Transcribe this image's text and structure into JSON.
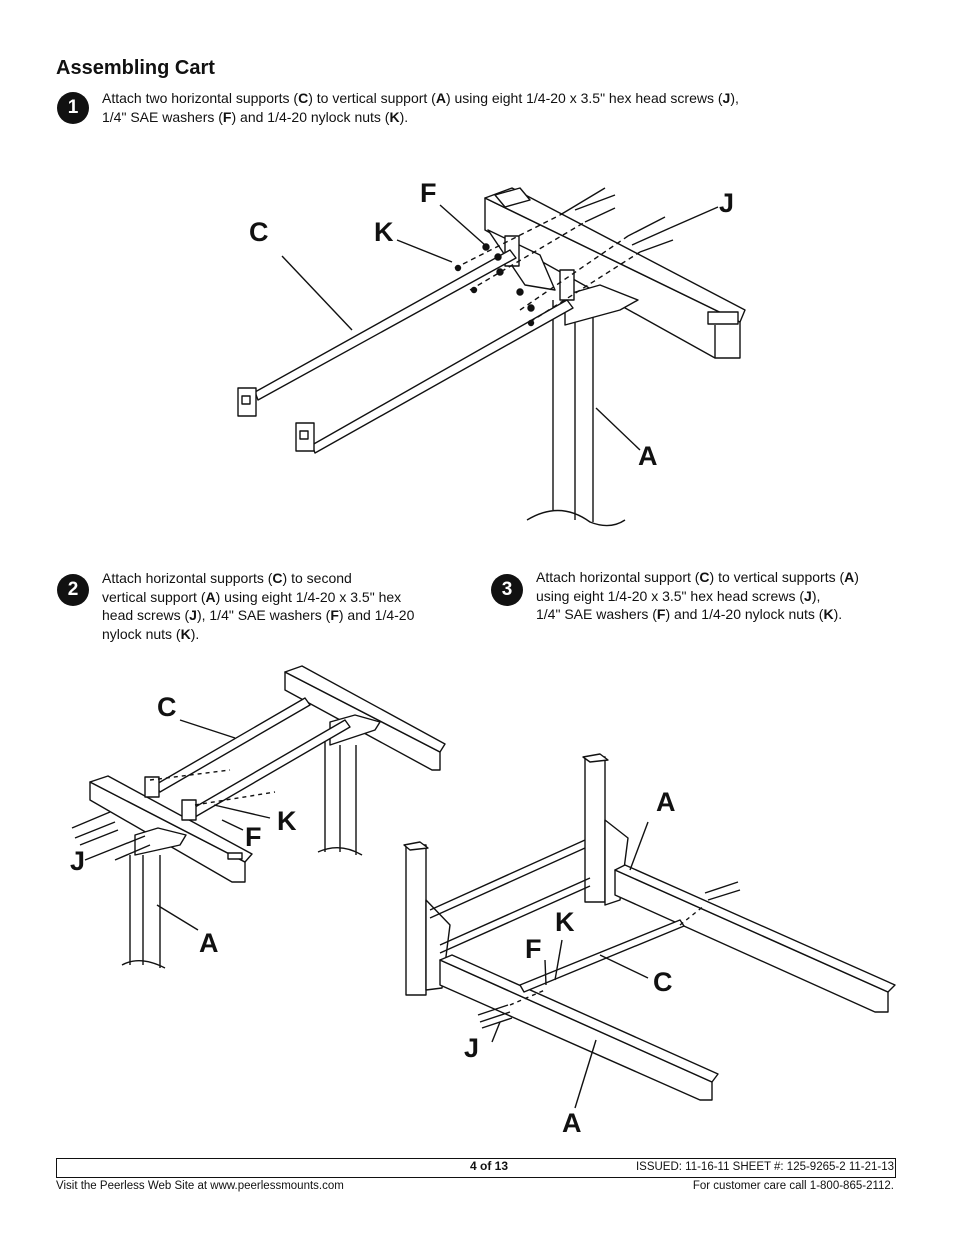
{
  "title": "Assembling Cart",
  "steps": [
    {
      "num": "1",
      "line1": "Attach two horizontal supports (",
      "b1": "C",
      "line1b": ") to vertical support (",
      "b2": "A",
      "line1c": ") using eight 1/4-20 x 3.5\" hex head screws (",
      "b3": "J",
      "line1d": "),",
      "line2": "1/4\" SAE washers (",
      "b4": "F",
      "line2b": ") and 1/4-20 nylock nuts (",
      "b5": "K",
      "line2c": ")."
    },
    {
      "num": "2",
      "t1": "Attach horizontal supports (",
      "b1": "C",
      "t2": ") to second",
      "t3": "vertical support (",
      "b2": "A",
      "t4": ") using eight 1/4-20 x 3.5\" hex",
      "t5": "head screws (",
      "b3": "J",
      "t6": "), 1/4\" SAE washers (",
      "b4": "F",
      "t7": ") and 1/4-20",
      "t8": "nylock nuts (",
      "b5": "K",
      "t9": ")."
    },
    {
      "num": "3",
      "t1": "Attach horizontal support (",
      "b1": "C",
      "t2": ") to vertical supports (",
      "b2": "A",
      "t3": ")",
      "t4": "using eight 1/4-20 x 3.5\" hex head screws (",
      "b3": "J",
      "t5": "),",
      "t6": "1/4\" SAE washers (",
      "b4": "F",
      "t7": ") and 1/4-20 nylock nuts (",
      "b5": "K",
      "t8": ")."
    }
  ],
  "labels": {
    "F": "F",
    "J": "J",
    "C": "C",
    "K": "K",
    "A": "A"
  },
  "footer": {
    "page": "4 of 13",
    "issued": "ISSUED: 11-16-11 SHEET #: 125-9265-2  11-21-13",
    "website": "Visit the Peerless Web Site at www.peerlessmounts.com",
    "care": "For customer care call 1-800-865-2112."
  }
}
